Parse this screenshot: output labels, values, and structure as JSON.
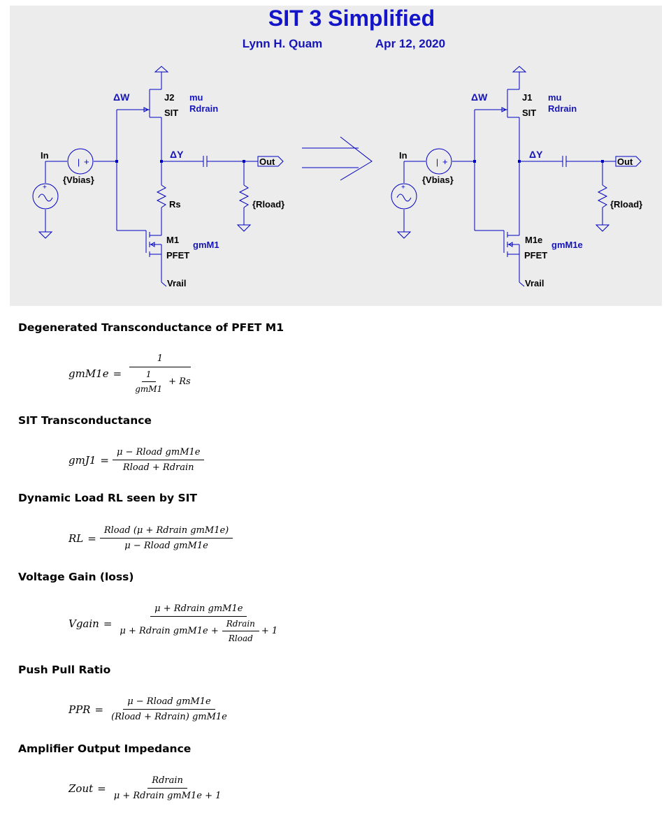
{
  "header": {
    "title": "SIT 3 Simplified",
    "author": "Lynn H. Quam",
    "date": "Apr 12, 2020"
  },
  "colors": {
    "wire": "#0000c0",
    "label_blue": "#1515b8",
    "panel": "#ececec",
    "title": "#1414c8"
  },
  "schematic_left": {
    "dW": "ΔW",
    "dY": "ΔY",
    "in": "In",
    "vbias": "{Vbias}",
    "out": "Out",
    "rload": "{Rload}",
    "rs": "Rs",
    "jfet_name": "J2",
    "jfet_model": "SIT",
    "mu": "mu",
    "rdrain": "Rdrain",
    "mos_name": "M1",
    "mos_model": "PFET",
    "gm": "gmM1",
    "vrail": "Vrail"
  },
  "schematic_right": {
    "dW": "ΔW",
    "dY": "ΔY",
    "in": "In",
    "vbias": "{Vbias}",
    "out": "Out",
    "rload": "{Rload}",
    "jfet_name": "J1",
    "jfet_model": "SIT",
    "mu": "mu",
    "rdrain": "Rdrain",
    "mos_name": "M1e",
    "mos_model": "PFET",
    "gm": "gmM1e",
    "vrail": "Vrail"
  },
  "sections": {
    "s1": "Degenerated Transconductance of PFET M1",
    "s2": "SIT Transconductance",
    "s3": "Dynamic Load RL seen by SIT",
    "s4": "Voltage Gain (loss)",
    "s5": "Push Pull Ratio",
    "s6": "Amplifier Output Impedance"
  },
  "eq": {
    "e1": {
      "lhs": "gmM1e",
      "num": "1",
      "den_num": "1",
      "den_den": "gmM1",
      "den_rest": "+ Rs"
    },
    "e2": {
      "lhs": "gmJ1",
      "num": "μ − Rload  gmM1e",
      "den": "Rload + Rdrain"
    },
    "e3": {
      "lhs": "RL",
      "num": "Rload  (μ + Rdrain  gmM1e)",
      "den": "μ − Rload  gmM1e"
    },
    "e4": {
      "lhs": "Vgain",
      "num": "μ + Rdrain  gmM1e",
      "den_pre": "μ + Rdrain  gmM1e +",
      "den_frac_num": "Rdrain",
      "den_frac_den": "Rload",
      "den_post": "+ 1"
    },
    "e5": {
      "lhs": "PPR",
      "num": "μ − Rload  gmM1e",
      "den": "(Rload + Rdrain)  gmM1e"
    },
    "e6": {
      "lhs": "Zout",
      "num": "Rdrain",
      "den": "μ + Rdrain  gmM1e + 1"
    }
  }
}
